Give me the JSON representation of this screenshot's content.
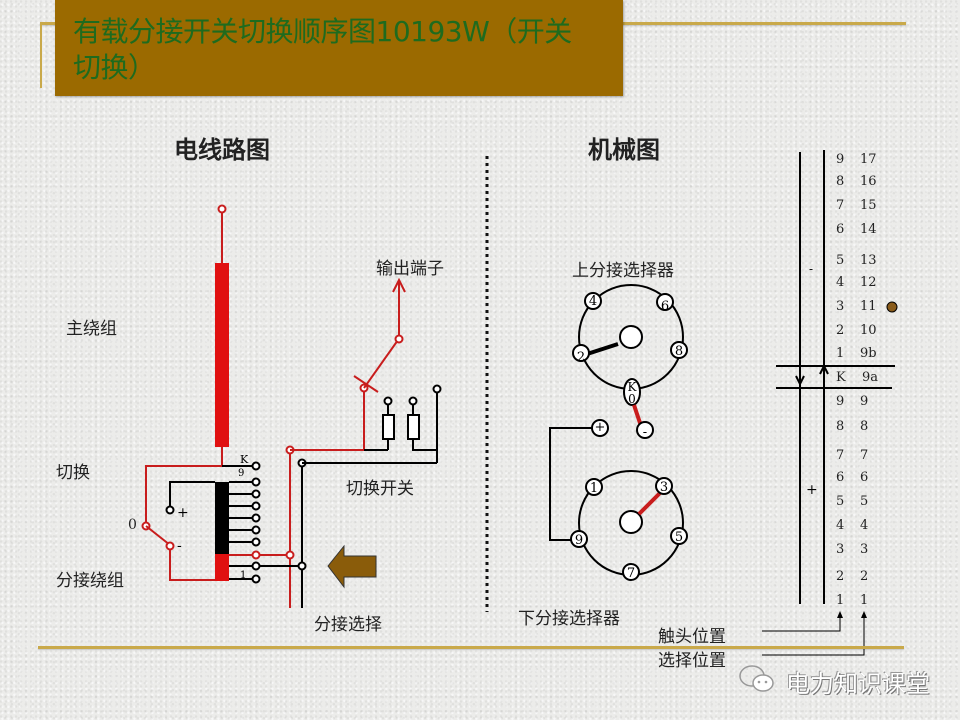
{
  "title": "有载分接开关切换顺序图10193W（开关切换）",
  "title_lines": [
    "有载分接开关切换顺序图10193W（开关",
    "切换）"
  ],
  "colors": {
    "title_bg": "#9b6a00",
    "title_text": "#1e6b1e",
    "rule": "#c9a94a",
    "wire_red": "#d9161b",
    "arrow_brown": "#8a5c0a"
  },
  "sections": {
    "electrical": "电线路图",
    "mechanical": "机械图"
  },
  "electrical": {
    "main_winding": "主绕组",
    "switching": "切换",
    "tap_winding": "分接绕组",
    "zero_label": "0",
    "plus_label": "+",
    "minus_label": "-",
    "k_label": "K",
    "tap_top": "9",
    "tap_bottom": "1",
    "output_terminal": "输出端子",
    "diverter_switch": "切换开关",
    "tap_selection": "分接选择"
  },
  "mechanical": {
    "upper_selector": "上分接选择器",
    "lower_selector": "下分接选择器",
    "upper_contacts": [
      "4",
      "6",
      "2",
      "8"
    ],
    "upper_k": "K",
    "upper_k0": "0",
    "plus": "+",
    "minus": "-",
    "lower_contacts": [
      "1",
      "3",
      "9",
      "5",
      "7"
    ]
  },
  "sequence": {
    "rows": [
      {
        "contact": "9",
        "position": "17"
      },
      {
        "contact": "8",
        "position": "16"
      },
      {
        "contact": "7",
        "position": "15"
      },
      {
        "contact": "6",
        "position": "14"
      },
      {
        "contact": "5",
        "position": "13"
      },
      {
        "contact": "4",
        "position": "12"
      },
      {
        "contact": "3",
        "position": "11"
      },
      {
        "contact": "2",
        "position": "10"
      },
      {
        "contact": "1",
        "position": "9b"
      },
      {
        "contact": "K",
        "position": "9a"
      },
      {
        "contact": "9",
        "position": "9"
      },
      {
        "contact": "8",
        "position": "8"
      },
      {
        "contact": "7",
        "position": "7"
      },
      {
        "contact": "6",
        "position": "6"
      },
      {
        "contact": "5",
        "position": "5"
      },
      {
        "contact": "4",
        "position": "4"
      },
      {
        "contact": "3",
        "position": "3"
      },
      {
        "contact": "2",
        "position": "2"
      },
      {
        "contact": "1",
        "position": "1"
      }
    ],
    "minus_sign": "-",
    "plus_sign": "+",
    "contact_position_label": "触头位置",
    "selector_position_label": "选择位置",
    "current_position": "11"
  },
  "watermark": "电力知识课堂"
}
